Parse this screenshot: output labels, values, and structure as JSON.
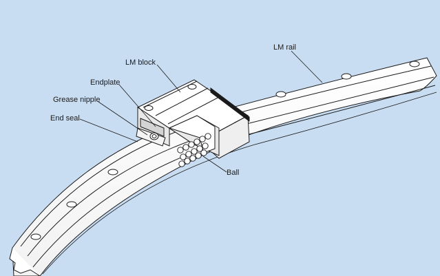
{
  "labels": {
    "lm_rail": "LM rail",
    "lm_block": "LM block",
    "endplate": "Endplate",
    "grease_nipple": "Grease nipple",
    "end_seal": "End seal",
    "ball": "Ball"
  },
  "colors": {
    "background": "#c8dcf2",
    "part_fill": "#ffffff",
    "outline": "#1a1a1a",
    "shade": "#e6e6e6"
  }
}
